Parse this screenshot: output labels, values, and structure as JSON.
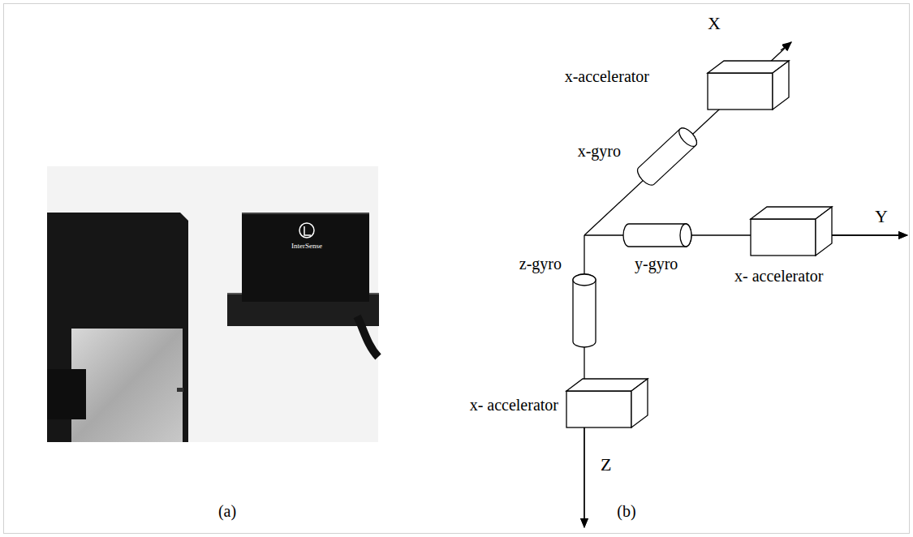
{
  "diagram": {
    "labels": [
      "X",
      "x-accelerator",
      "InterSense",
      "x-gyro",
      "Y",
      "z-gyro",
      "y-gyro",
      "x- accelerator",
      "x- accelerator",
      "Z",
      "(a)",
      "(b)"
    ]
  }
}
